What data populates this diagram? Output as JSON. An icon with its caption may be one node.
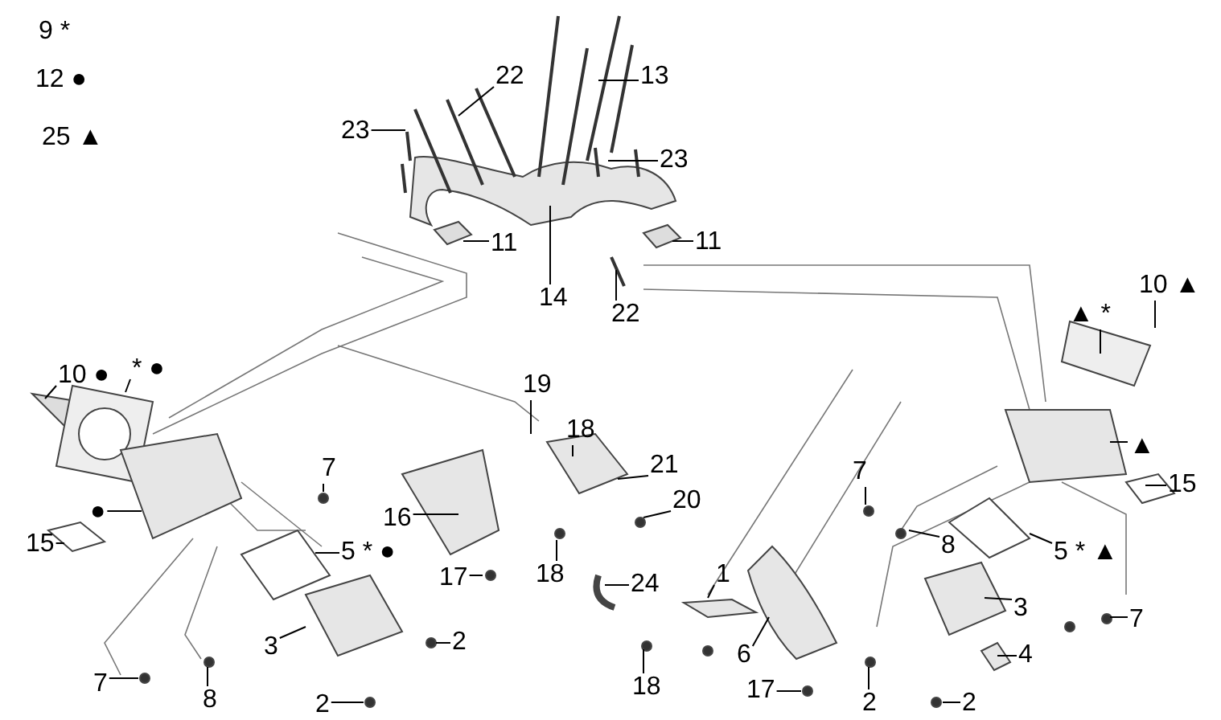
{
  "diagram": {
    "nodes": [
      {
        "text": [
          "22"
        ]
      },
      {
        "text": [
          "13"
        ]
      },
      {
        "text": [
          "23"
        ]
      },
      {
        "text": [
          "23"
        ]
      },
      {
        "text": [
          "11"
        ]
      },
      {
        "text": [
          "14"
        ]
      },
      {
        "text": [
          "11"
        ]
      },
      {
        "text": [
          "22"
        ]
      },
      {
        "text": [
          "10 ●"
        ]
      },
      {
        "text": [
          "* ●"
        ]
      },
      {
        "text": [
          "●"
        ]
      },
      {
        "text": [
          "15"
        ]
      },
      {
        "text": [
          "7"
        ]
      },
      {
        "text": [
          "5 * ●"
        ]
      },
      {
        "text": [
          "16"
        ]
      },
      {
        "text": [
          "19"
        ]
      },
      {
        "text": [
          "18"
        ]
      },
      {
        "text": [
          "21"
        ]
      },
      {
        "text": [
          "20"
        ]
      },
      {
        "text": [
          "17"
        ]
      },
      {
        "text": [
          "18"
        ]
      },
      {
        "text": [
          "24"
        ]
      },
      {
        "text": [
          "3"
        ]
      },
      {
        "text": [
          "2"
        ]
      },
      {
        "text": [
          "7"
        ]
      },
      {
        "text": [
          "8"
        ]
      },
      {
        "text": [
          "2"
        ]
      },
      {
        "text": [
          "1"
        ]
      },
      {
        "text": [
          "18"
        ]
      },
      {
        "text": [
          "6"
        ]
      },
      {
        "text": [
          "17"
        ]
      },
      {
        "text": [
          "2"
        ]
      },
      {
        "text": [
          "2"
        ]
      },
      {
        "text": [
          "4"
        ]
      },
      {
        "text": [
          "3"
        ]
      },
      {
        "text": [
          "7"
        ]
      },
      {
        "text": [
          "7"
        ]
      },
      {
        "text": [
          "8"
        ]
      },
      {
        "text": [
          "5 * ▲"
        ]
      },
      {
        "text": [
          "15"
        ]
      },
      {
        "text": [
          "▲"
        ]
      },
      {
        "text": [
          "10 ▲"
        ]
      },
      {
        "text": [
          "▲ *"
        ]
      }
    ],
    "edges": [
      {
        "from": 0,
        "to": null,
        "arrow": "none"
      },
      {
        "from": 1,
        "to": null,
        "arrow": "none"
      },
      {
        "from": 2,
        "to": null,
        "arrow": "none"
      },
      {
        "from": 3,
        "to": null,
        "arrow": "none"
      },
      {
        "from": 4,
        "to": null,
        "arrow": "none"
      },
      {
        "from": 5,
        "to": null,
        "arrow": "none"
      },
      {
        "from": 6,
        "to": null,
        "arrow": "none"
      },
      {
        "from": 7,
        "to": null,
        "arrow": "none"
      },
      {
        "from": 8,
        "to": null,
        "arrow": "none"
      },
      {
        "from": 9,
        "to": null,
        "arrow": "none"
      },
      {
        "from": 10,
        "to": null,
        "arrow": "none"
      },
      {
        "from": 11,
        "to": null,
        "arrow": "none"
      },
      {
        "from": 12,
        "to": null,
        "arrow": "none"
      },
      {
        "from": 13,
        "to": null,
        "arrow": "none"
      },
      {
        "from": 14,
        "to": null,
        "arrow": "none"
      },
      {
        "from": 15,
        "to": null,
        "arrow": "none"
      },
      {
        "from": 16,
        "to": null,
        "arrow": "none"
      },
      {
        "from": 17,
        "to": null,
        "arrow": "none"
      },
      {
        "from": 18,
        "to": null,
        "arrow": "none"
      },
      {
        "from": 19,
        "to": null,
        "arrow": "none"
      },
      {
        "from": 20,
        "to": null,
        "arrow": "none"
      },
      {
        "from": 21,
        "to": null,
        "arrow": "none"
      },
      {
        "from": 22,
        "to": null,
        "arrow": "none"
      },
      {
        "from": 23,
        "to": null,
        "arrow": "none"
      },
      {
        "from": 24,
        "to": null,
        "arrow": "none"
      },
      {
        "from": 25,
        "to": null,
        "arrow": "none"
      },
      {
        "from": 26,
        "to": null,
        "arrow": "none"
      },
      {
        "from": 27,
        "to": null,
        "arrow": "none"
      },
      {
        "from": 28,
        "to": null,
        "arrow": "none"
      },
      {
        "from": 29,
        "to": null,
        "arrow": "none"
      },
      {
        "from": 30,
        "to": null,
        "arrow": "none"
      },
      {
        "from": 31,
        "to": null,
        "arrow": "none"
      },
      {
        "from": 32,
        "to": null,
        "arrow": "none"
      },
      {
        "from": 33,
        "to": null,
        "arrow": "none"
      },
      {
        "from": 34,
        "to": null,
        "arrow": "none"
      },
      {
        "from": 35,
        "to": null,
        "arrow": "none"
      },
      {
        "from": 36,
        "to": null,
        "arrow": "none"
      },
      {
        "from": 37,
        "to": null,
        "arrow": "none"
      },
      {
        "from": 38,
        "to": null,
        "arrow": "none"
      },
      {
        "from": 39,
        "to": null,
        "arrow": "none"
      },
      {
        "from": 40,
        "to": null,
        "arrow": "none"
      },
      {
        "from": 41,
        "to": null,
        "arrow": "none"
      },
      {
        "from": 42,
        "to": null,
        "arrow": "none"
      }
    ],
    "labels": [
      "9 *",
      "12 ●",
      "25 ▲"
    ]
  }
}
